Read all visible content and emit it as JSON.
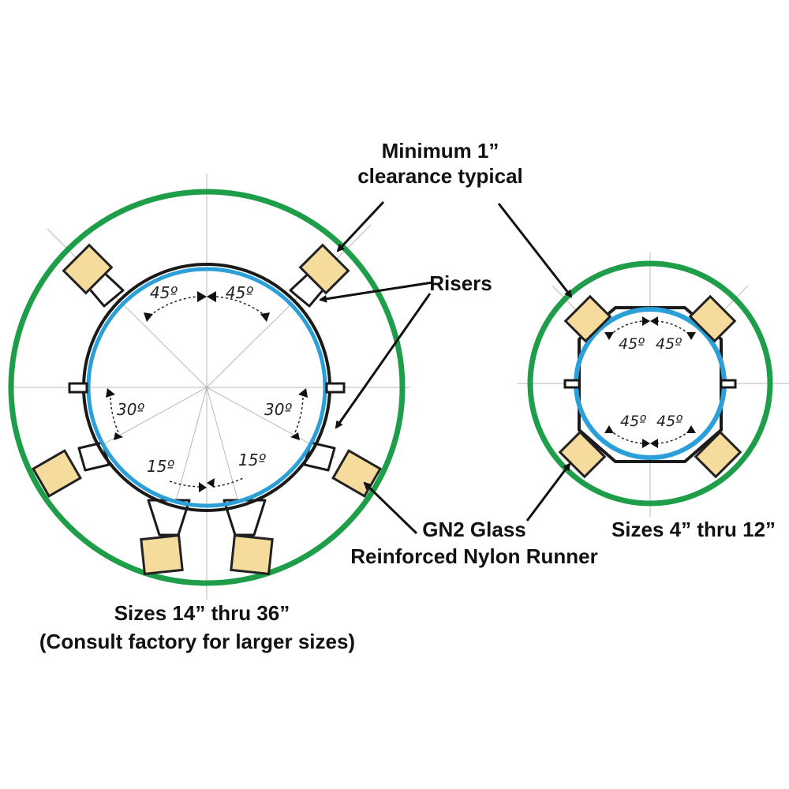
{
  "labels": {
    "clearance_line1": "Minimum 1”",
    "clearance_line2": "clearance typical",
    "risers": "Risers",
    "runner_line1": "GN2 Glass",
    "runner_line2": "Reinforced Nylon Runner",
    "large_caption_line1": "Sizes 14” thru 36”",
    "large_caption_line2": "(Consult factory for larger sizes)",
    "small_caption": "Sizes 4” thru 12”"
  },
  "angles": {
    "large": {
      "top_left": "45º",
      "top_right": "45º",
      "mid_left": "30º",
      "mid_right": "30º",
      "bottom_left": "15º",
      "bottom_right": "15º"
    },
    "small": {
      "top_left": "45º",
      "top_right": "45º",
      "bottom_left": "45º",
      "bottom_right": "45º"
    }
  },
  "colors": {
    "casing": "#1f9e4a",
    "carrier_pipe": "#2b9fd8",
    "band": "#1a1a1a",
    "runner_fill": "#f6dc9c",
    "runner_stroke": "#222222",
    "guide_lines": "#b8b8b8",
    "text": "#111111"
  }
}
